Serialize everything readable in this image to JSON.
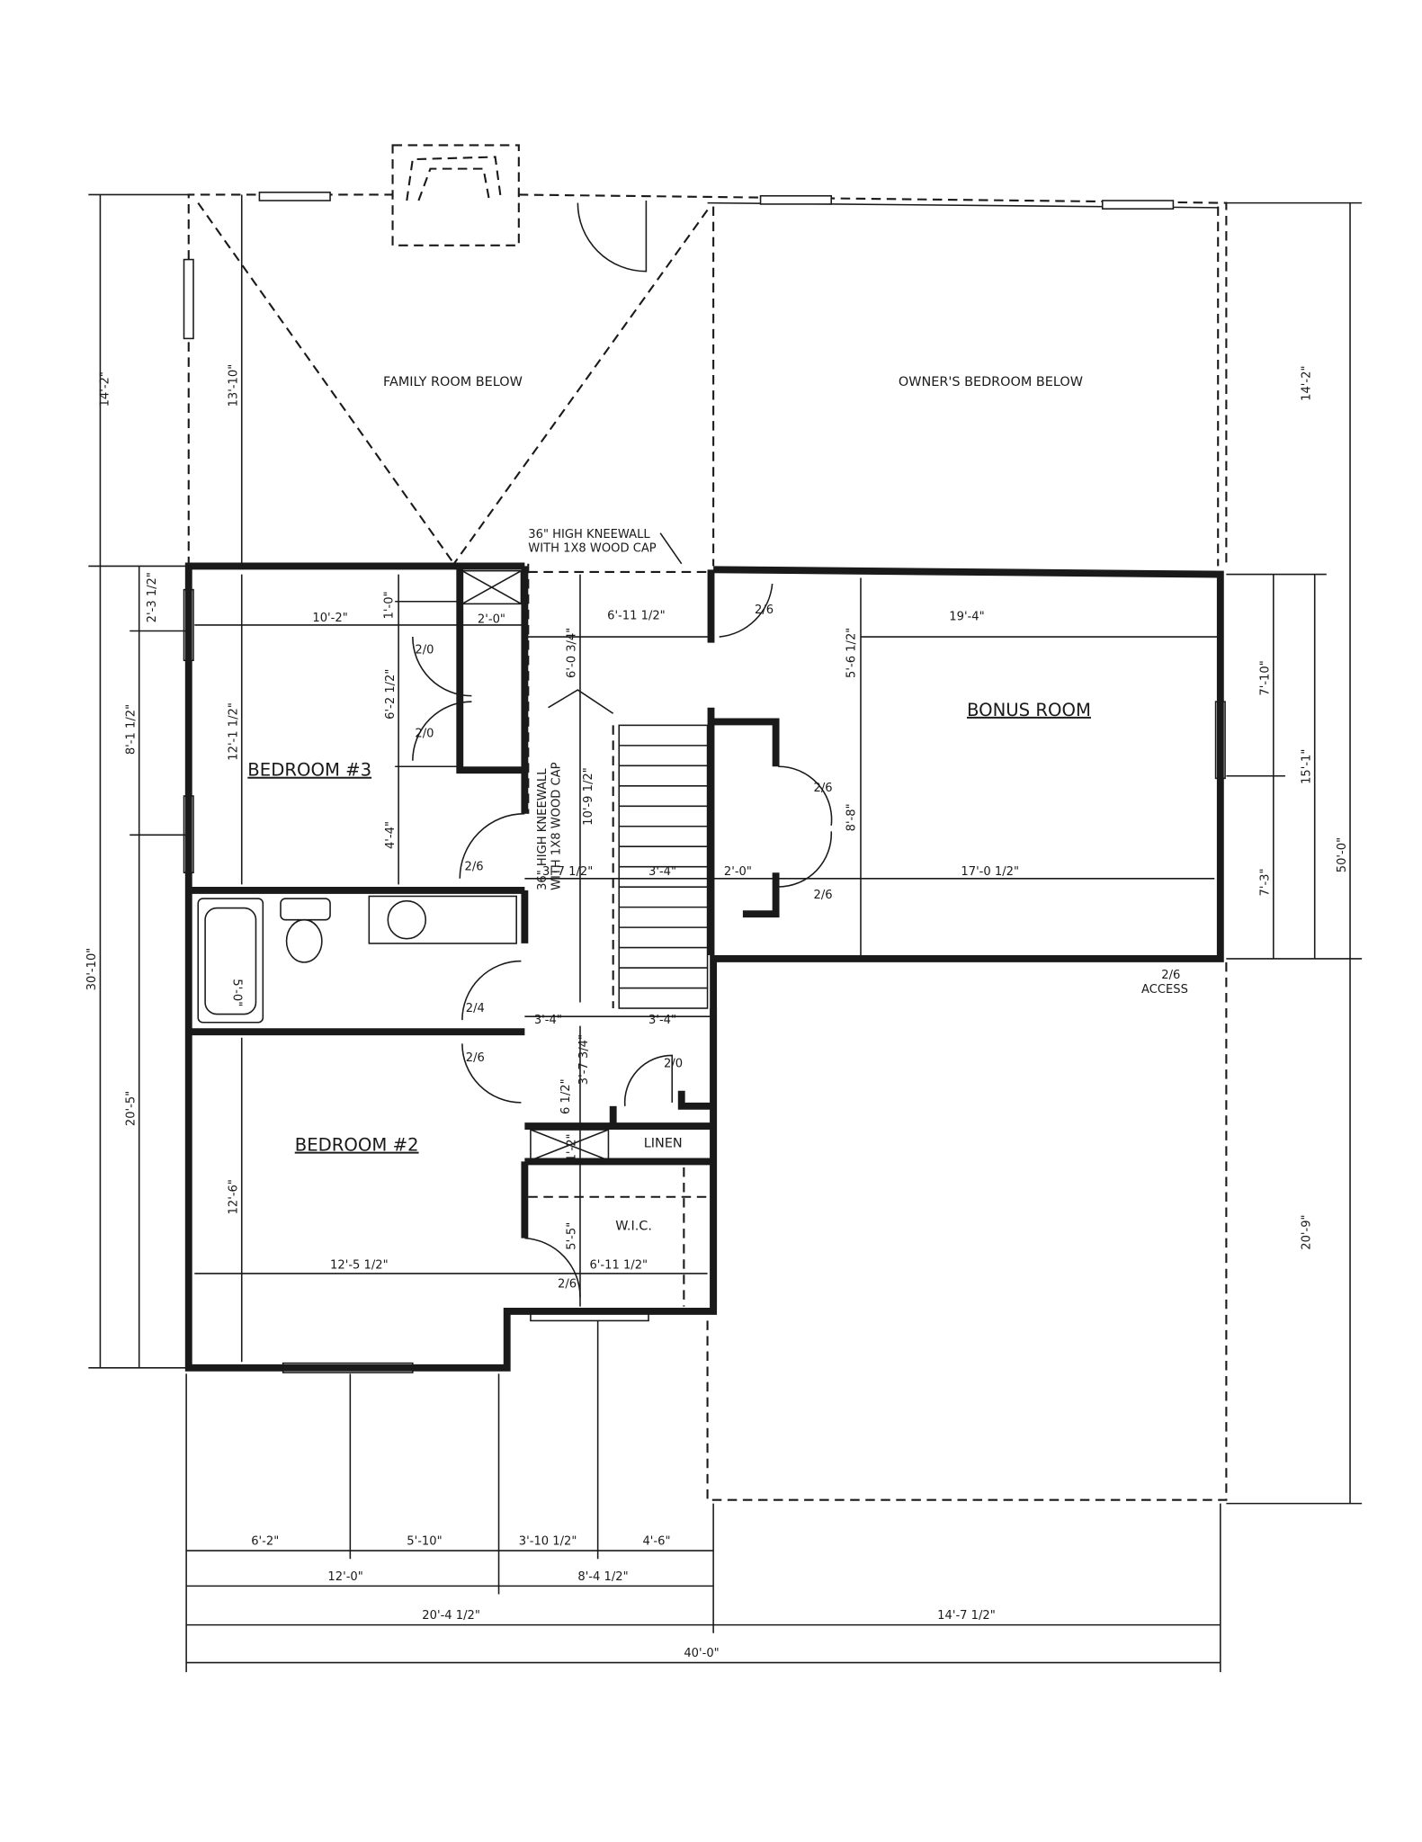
{
  "rooms": {
    "family_room": "FAMILY ROOM BELOW",
    "owners_bedroom": "OWNER'S BEDROOM BELOW",
    "bedroom3": "BEDROOM #3",
    "bedroom2": "BEDROOM #2",
    "bonus_room": "BONUS ROOM",
    "linen": "LINEN",
    "wic": "W.I.C.",
    "access": "ACCESS"
  },
  "notes": {
    "kneewall_top_1": "36\" HIGH KNEEWALL",
    "kneewall_top_2": "WITH 1X8 WOOD CAP",
    "kneewall_vert_1": "36\" HIGH KNEEWALL",
    "kneewall_vert_2": "WITH 1X8 WOOD CAP"
  },
  "doors": {
    "d1": "2/0",
    "d2": "2/0",
    "d3": "2/6",
    "d4": "2/6",
    "d5": "2/6",
    "d6": "2/6",
    "d7": "2/4",
    "d8": "2/6",
    "d9": "2/0",
    "d10": "2/6",
    "d11": "2/6"
  },
  "dimensions": {
    "left_14_2": "14'-2\"",
    "left_13_10": "13'-10\"",
    "left_2_3_half": "2'-3 1/2\"",
    "left_8_1_half": "8'-1 1/2\"",
    "left_30_10": "30'-10\"",
    "left_20_5": "20'-5\"",
    "b3_12_1_half": "12'-1 1/2\"",
    "b3_10_2": "10'-2\"",
    "b3_1_0": "1'-0\"",
    "b3_2_0": "2'-0\"",
    "b3_6_2_half": "6'-2 1/2\"",
    "b3_4_4": "4'-4\"",
    "hall_6_0_3q": "6'-0 3/4\"",
    "hall_6_11_half": "6'-11 1/2\"",
    "hall_10_9_half": "10'-9 1/2\"",
    "hall_3_7_half": "3'-7 1/2\"",
    "hall_3_4a": "3'-4\"",
    "hall_2_0": "2'-0\"",
    "bath_5_0": "5'-0\"",
    "hall_3_4b": "3'-4\"",
    "hall_3_4c": "3'-4\"",
    "hall_3_7_3q": "3'-7 3/4\"",
    "hall_6_half": "6 1/2\"",
    "hall_1_2": "1'-2\"",
    "b2_12_6": "12'-6\"",
    "b2_12_5_half": "12'-5 1/2\"",
    "wic_5_5": "5'-5\"",
    "wic_6_11_half": "6'-11 1/2\"",
    "bonus_19_4": "19'-4\"",
    "bonus_5_6_half": "5'-6 1/2\"",
    "bonus_8_8": "8'-8\"",
    "bonus_17_0_half": "17'-0 1/2\"",
    "right_7_10": "7'-10\"",
    "right_7_3": "7'-3\"",
    "right_15_1": "15'-1\"",
    "right_14_2": "14'-2\"",
    "right_50_0": "50'-0\"",
    "right_20_9": "20'-9\"",
    "bot_6_2": "6'-2\"",
    "bot_5_10": "5'-10\"",
    "bot_3_10_half": "3'-10 1/2\"",
    "bot_4_6": "4'-6\"",
    "bot_12_0": "12'-0\"",
    "bot_8_4_half": "8'-4 1/2\"",
    "bot_20_4_half": "20'-4 1/2\"",
    "bot_14_7_half": "14'-7 1/2\"",
    "bot_40_0": "40'-0\""
  }
}
